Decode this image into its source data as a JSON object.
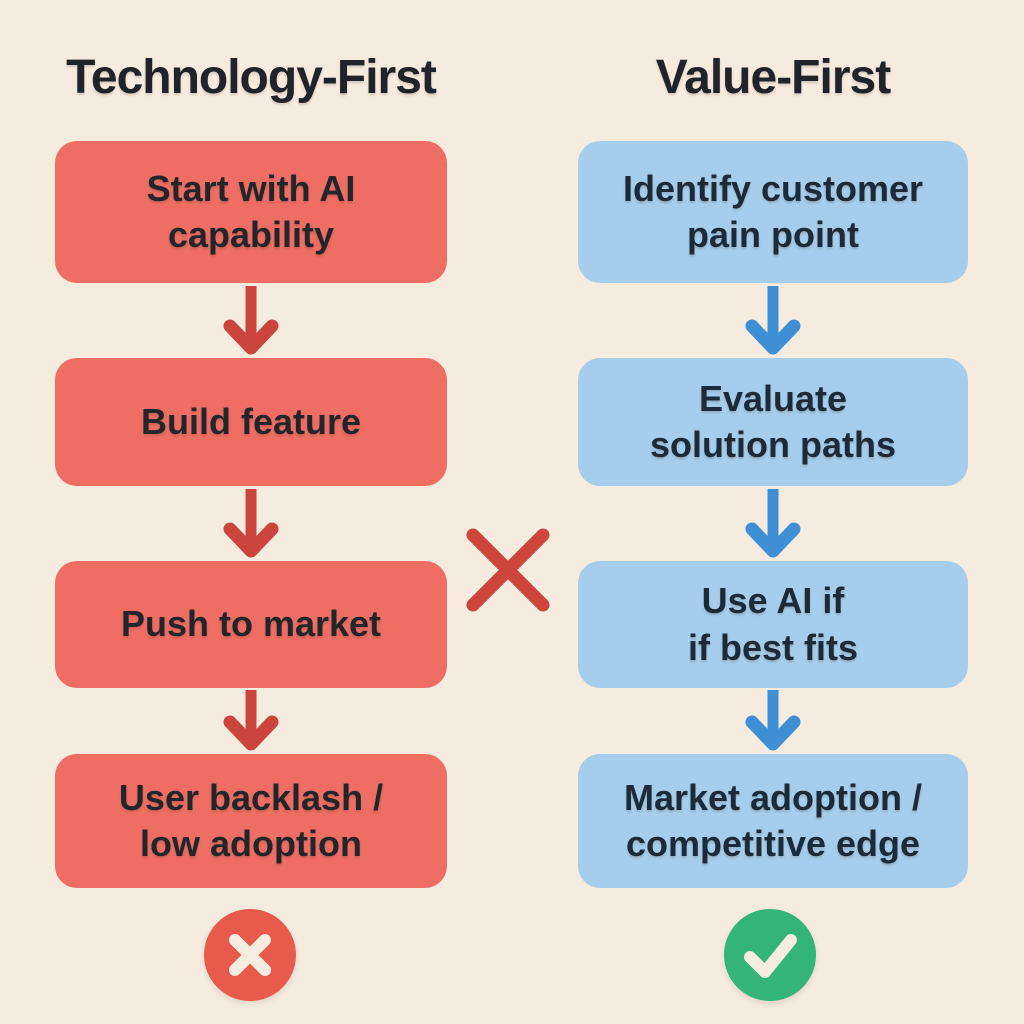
{
  "page": {
    "background_color": "#F6EBDF",
    "type": "comparison-flowchart"
  },
  "divider": {
    "icon": "rejected-cross-icon",
    "color": "#CE453C"
  },
  "columns": [
    {
      "id": "technology-first",
      "title": "Technology-First",
      "box_color": "#EF6E63",
      "arrow_color": "#CC453C",
      "text_color": "#22262B",
      "steps": [
        {
          "lines": [
            "Start with AI",
            "capability"
          ]
        },
        {
          "lines": [
            "Build feature"
          ]
        },
        {
          "lines": [
            "Push to market"
          ]
        },
        {
          "lines": [
            "User backlash /",
            "low adoption"
          ]
        }
      ],
      "verdict": {
        "icon": "cross-icon",
        "badge_color": "#E85A4C",
        "icon_color": "#F5EDE0",
        "meaning": "rejected"
      }
    },
    {
      "id": "value-first",
      "title": "Value-First",
      "box_color": "#A6CEEC",
      "arrow_color": "#3E8FD5",
      "text_color": "#1B2B3A",
      "steps": [
        {
          "lines": [
            "Identify customer",
            "pain point"
          ]
        },
        {
          "lines": [
            "Evaluate",
            "solution paths"
          ]
        },
        {
          "lines": [
            "Use AI if",
            "if best fits"
          ]
        },
        {
          "lines": [
            "Market adoption /",
            "competitive edge"
          ]
        }
      ],
      "verdict": {
        "icon": "check-icon",
        "badge_color": "#33B577",
        "icon_color": "#F5EDE0",
        "meaning": "approved"
      }
    }
  ]
}
